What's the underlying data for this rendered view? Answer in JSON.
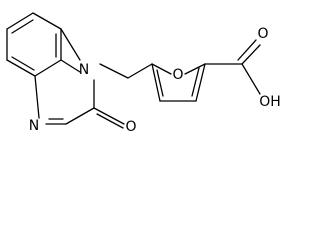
{
  "molecule": {
    "atoms": {
      "ring_n1": "N",
      "ring_n4": "N",
      "ketone_o": "O",
      "furan_o": "O",
      "hydroxyl": "OH",
      "carbonyl_o": "O"
    }
  }
}
